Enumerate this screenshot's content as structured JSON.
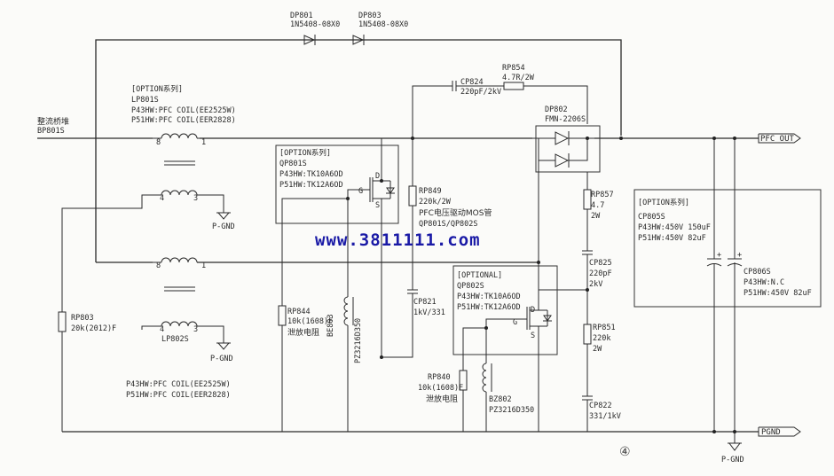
{
  "diodes": {
    "dp801": {
      "ref": "DP801",
      "part": "1N5408-08X0"
    },
    "dp803": {
      "ref": "DP803",
      "part": "1N5408-08X0"
    },
    "dp802": {
      "ref": "DP802",
      "part": "FMN-2206S"
    }
  },
  "bridge": {
    "cn": "整流桥堆",
    "ref": "BP801S"
  },
  "lp801": {
    "option": "[OPTION系列]",
    "ref": "LP801S",
    "p43": "P43HW:PFC COIL(EE2525W)",
    "p51": "P51HW:PFC COIL(EER2828)",
    "pin8": "8",
    "pin1": "1",
    "pin4": "4",
    "pin3": "3"
  },
  "lp802": {
    "ref": "LP802S",
    "pin8": "8",
    "pin1": "1",
    "pin4": "4",
    "pin3": "3",
    "p43": "P43HW:PFC COIL(EE2525W)",
    "p51": "P51HW:PFC COIL(EER2828)"
  },
  "qp801": {
    "option": "[OPTION系列]",
    "ref": "QP801S",
    "p43": "P43HW:TK10A6OD",
    "p51": "P51HW:TK12A6OD",
    "d": "D",
    "g": "G",
    "s": "S"
  },
  "qp802": {
    "option": "[OPTIONAL]",
    "ref": "QP802S",
    "p43": "P43HW:TK10A6OD",
    "p51": "P51HW:TK12A6OD",
    "d": "D",
    "g": "G",
    "s": "S"
  },
  "cp824": {
    "ref": "CP824",
    "val": "220pF/2kV"
  },
  "rp854": {
    "ref": "RP854",
    "val": "4.7R/2W"
  },
  "rp849": {
    "ref": "RP849",
    "val": "220k/2W",
    "note_cn": "PFC电压驱动MOS管",
    "note2": "QP801S/QP802S"
  },
  "rp857": {
    "ref": "RP857",
    "val1": "4.7",
    "val2": "2W"
  },
  "cp825": {
    "ref": "CP825",
    "val1": "220pF",
    "val2": "2kV"
  },
  "rp851": {
    "ref": "RP851",
    "val1": "220k",
    "val2": "2W"
  },
  "cp822": {
    "ref": "CP822",
    "val": "331/1kV"
  },
  "cp821": {
    "ref": "CP821",
    "val": "1kV/331"
  },
  "rp844": {
    "ref": "RP844",
    "val": "10k(1608)F",
    "cn": "泄放电阻"
  },
  "bz803": {
    "ref": "BE803",
    "part": "PZ3216D350"
  },
  "rp840": {
    "ref": "RP840",
    "val": "10k(1608)F",
    "cn": "泄放电阻"
  },
  "bz802": {
    "ref": "BZ802",
    "part": "PZ3216D350"
  },
  "rp803": {
    "ref": "RP803",
    "val": "20k(2012)F"
  },
  "cp806": {
    "option": "[OPTION系列]",
    "ref1": "CP805S",
    "p43a": "P43HW:450V 150uF",
    "p51a": "P51HW:450V 82uF",
    "ref2": "CP806S",
    "p43b": "P43HW:N.C",
    "p51b": "P51HW:450V 82uF"
  },
  "nets": {
    "pfc_out": "PFC_OUT",
    "pgnd": "PGND",
    "pgnd_sym": "P-GND"
  },
  "watermark": "www.3811111.com",
  "page_number": "④"
}
